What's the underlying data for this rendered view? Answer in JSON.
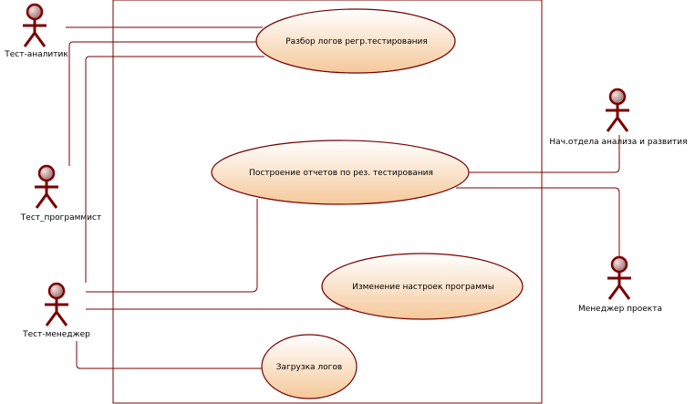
{
  "colors": {
    "line": "#7a0000",
    "ellipse_fill_top": "#ffffff",
    "ellipse_fill_bottom": "#f5c89a",
    "actor_head": "#9a6b6b"
  },
  "use_cases": [
    {
      "id": "uc-log-analysis",
      "label": "Разбор логов регр.тестирования"
    },
    {
      "id": "uc-reports",
      "label": "Построение отчетов по рез. тестирования"
    },
    {
      "id": "uc-settings",
      "label": "Изменение настроек программы"
    },
    {
      "id": "uc-load-logs",
      "label": "Загрузка логов"
    }
  ],
  "actors": [
    {
      "id": "actor-test-analyst",
      "label": "Тест-аналитик"
    },
    {
      "id": "actor-test-programmer",
      "label": "Тест_программист"
    },
    {
      "id": "actor-test-manager",
      "label": "Тест-менеджер"
    },
    {
      "id": "actor-dept-head",
      "label": "Нач.отдела анализа и развития"
    },
    {
      "id": "actor-project-manager",
      "label": "Менеджер проекта"
    }
  ]
}
